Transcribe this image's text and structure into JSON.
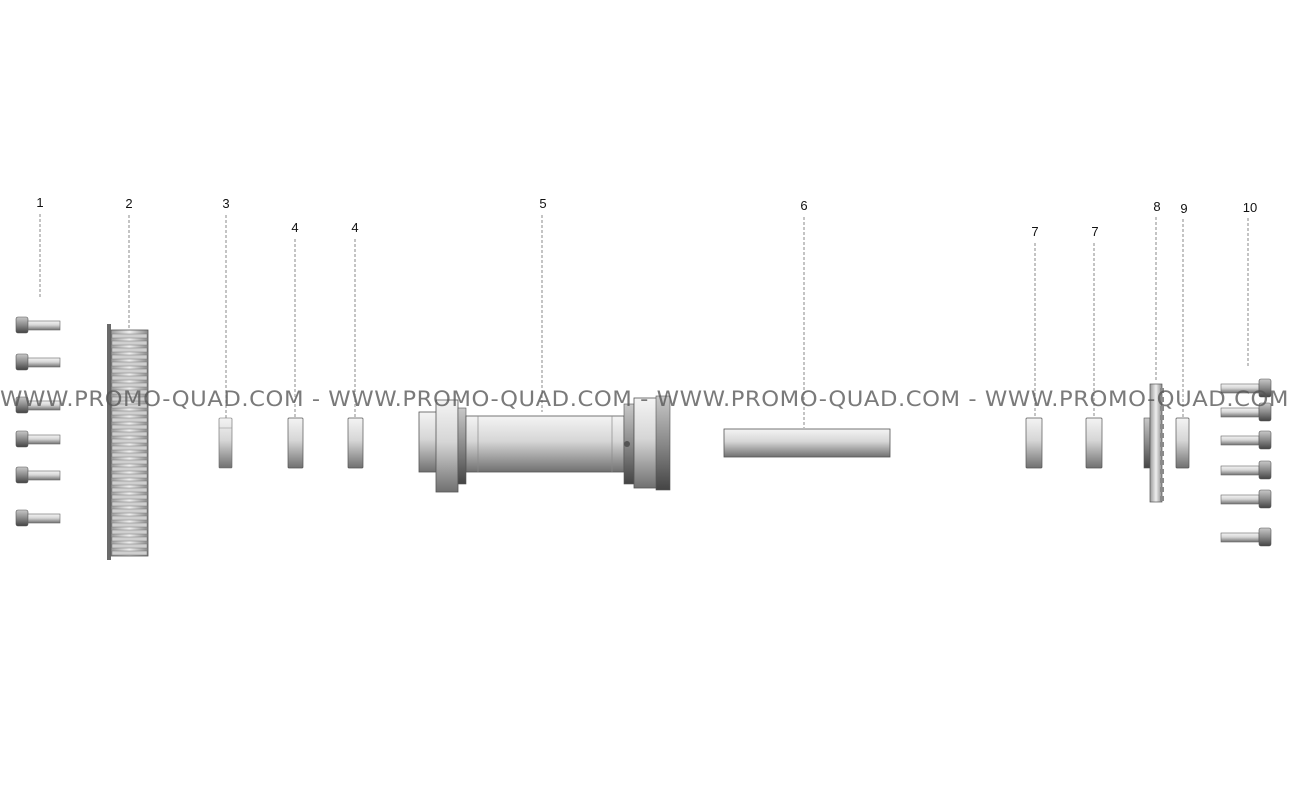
{
  "diagram": {
    "callouts": [
      {
        "id": "1",
        "label": "1"
      },
      {
        "id": "2",
        "label": "2"
      },
      {
        "id": "3",
        "label": "3"
      },
      {
        "id": "4a",
        "label": "4"
      },
      {
        "id": "4b",
        "label": "4"
      },
      {
        "id": "5",
        "label": "5"
      },
      {
        "id": "6",
        "label": "6"
      },
      {
        "id": "7a",
        "label": "7"
      },
      {
        "id": "7b",
        "label": "7"
      },
      {
        "id": "8",
        "label": "8"
      },
      {
        "id": "9",
        "label": "9"
      },
      {
        "id": "10",
        "label": "10"
      }
    ],
    "watermark": "WWW.PROMO-QUAD.COM - WWW.PROMO-QUAD.COM - WWW.PROMO-QUAD.COM - WWW.PROMO-QUAD.COM",
    "colors": {
      "metal_light": "#f0f0f0",
      "metal_mid": "#b8b8b8",
      "metal_dark": "#6a6a6a",
      "outline": "#555555"
    }
  }
}
